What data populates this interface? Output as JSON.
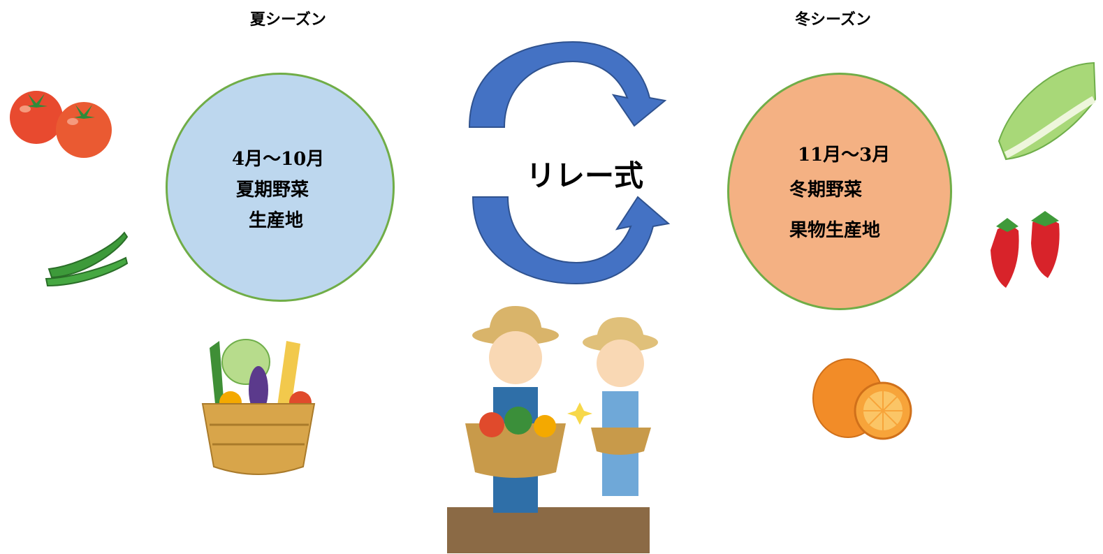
{
  "summer": {
    "title": "夏シーズン",
    "period": "4月～10月",
    "line2": "夏期野菜",
    "line3": "生産地",
    "circle_color": "#bdd7ee",
    "border_color": "#70ad47"
  },
  "winter": {
    "title": "冬シーズン",
    "period": "11月～3月",
    "line2": "冬期野菜",
    "line3": "果物生産地",
    "circle_color": "#f4b183",
    "border_color": "#70ad47"
  },
  "relay": {
    "label": "リレー式",
    "arrow_color": "#4472c4"
  },
  "icons": [
    "tomato-icon",
    "cucumber-icon",
    "vegetable-basket-icon",
    "farmers-icon",
    "chinese-cabbage-icon",
    "strawberry-icon",
    "orange-icon"
  ]
}
